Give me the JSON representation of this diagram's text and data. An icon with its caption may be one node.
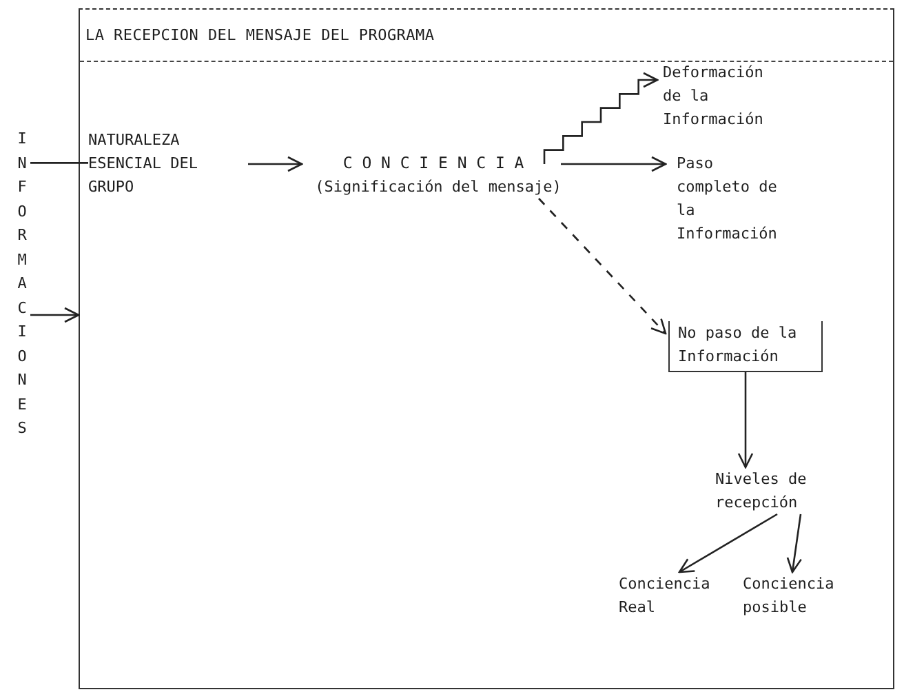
{
  "diagram": {
    "nodes": [
      {
        "text": [
          "LA RECEPCION DEL MENSAJE DEL PROGRAMA"
        ]
      },
      {
        "text": [
          "INFORMACIONES"
        ]
      },
      {
        "text": [
          "NATURALEZA ESENCIAL DEL GRUPO"
        ],
        "in": 0
      },
      {
        "text": [
          "CONCIENCIA",
          "(Significación del mensaje)"
        ],
        "in": 0
      },
      {
        "text": [
          "Deformación de la Información"
        ],
        "in": 0
      },
      {
        "text": [
          "Paso completo de la Información"
        ],
        "in": 0
      },
      {
        "text": [
          "No paso de la Información"
        ],
        "in": 0
      },
      {
        "text": [
          "Niveles de recepción"
        ],
        "in": 0
      },
      {
        "text": [
          "Conciencia Real"
        ],
        "in": 0
      },
      {
        "text": [
          "Conciencia posible"
        ],
        "in": 0
      }
    ],
    "edges": [
      {
        "from": 1,
        "to": 0,
        "arrow": "to"
      },
      {
        "from": 1,
        "to": 2,
        "arrow": "none"
      },
      {
        "from": 2,
        "to": 3,
        "arrow": "to"
      },
      {
        "from": 3,
        "to": 4,
        "arrow": "to"
      },
      {
        "from": 3,
        "to": 5,
        "arrow": "to"
      },
      {
        "from": 3,
        "to": 6,
        "arrow": "to",
        "style": "dashed"
      },
      {
        "from": 6,
        "to": 7,
        "arrow": "to"
      },
      {
        "from": 7,
        "to": 8,
        "arrow": "to"
      },
      {
        "from": 7,
        "to": 9,
        "arrow": "to"
      }
    ]
  }
}
